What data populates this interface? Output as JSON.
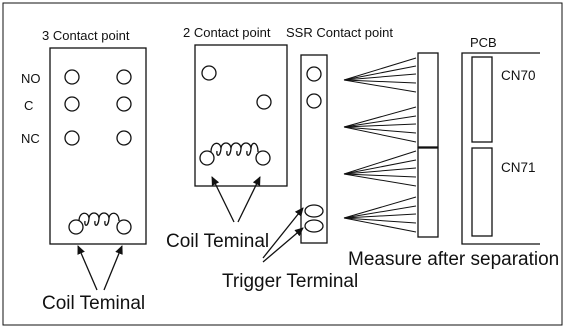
{
  "labels": {
    "three_contact_title": "3 Contact point",
    "no_label": "NO",
    "c_label": "C",
    "nc_label": "NC",
    "two_contact_title": "2 Contact point",
    "ssr_title": "SSR Contact point",
    "pcb_title": "PCB",
    "cn70_label": "CN70",
    "cn71_label": "CN71",
    "coil_terminal_middle": "Coil Teminal",
    "coil_terminal_bottom": "Coil Teminal",
    "trigger_terminal": "Trigger Terminal",
    "measure_note": "Measure after separation"
  }
}
